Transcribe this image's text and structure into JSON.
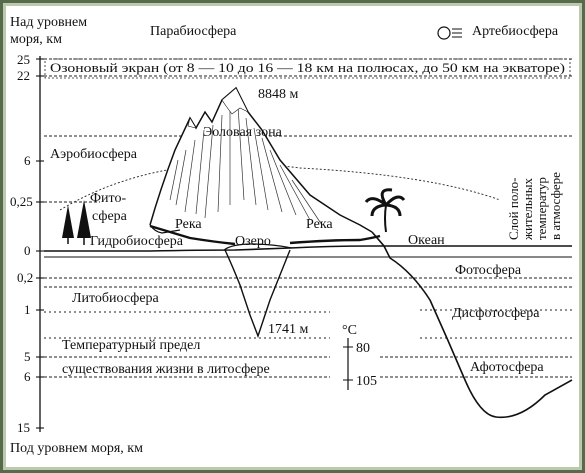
{
  "axis": {
    "top_label_line1": "Над уровнем",
    "top_label_line2": "моря, км",
    "bottom_label": "Под уровнем моря, км",
    "ticks_above": [
      "25",
      "22",
      "6",
      "0,25",
      "0"
    ],
    "ticks_below": [
      "0,2",
      "1",
      "5",
      "6",
      "15"
    ]
  },
  "zones": {
    "parabiosphere": "Парабиосфера",
    "artebiosphere": "Артебиосфера",
    "ozone_screen": "Озоновый экран (от 8 — 10 до 16 — 18 км на полюсах, до 50 км на экваторе)",
    "aerobiosphere": "Аэробиосфера",
    "eolian_zone": "Эоловая зона",
    "phytosphere_line1": "Фито-",
    "phytosphere_line2": "сфера",
    "hydrobiosphere": "Гидробиосфера",
    "lithobiosphere": "Литобиосфера",
    "photosphere": "Фотосфера",
    "disphotosphere": "Дисфотосфера",
    "aphotosphere": "Афотосфера"
  },
  "features": {
    "peak_height": "8848 м",
    "lake_depth": "1741 м",
    "river_left": "Река",
    "river_right": "Река",
    "lake": "Озеро",
    "ocean": "Океан"
  },
  "temperature": {
    "limit_line1": "Температурный предел",
    "limit_line2": "существования жизни в литосфере",
    "unit": "°C",
    "value_80": "80",
    "value_105": "105"
  },
  "vertical_note_line1": "Слой поло-",
  "vertical_note_line2": "жительных",
  "vertical_note_line3": "температур",
  "vertical_note_line4": "в атмосфере"
}
